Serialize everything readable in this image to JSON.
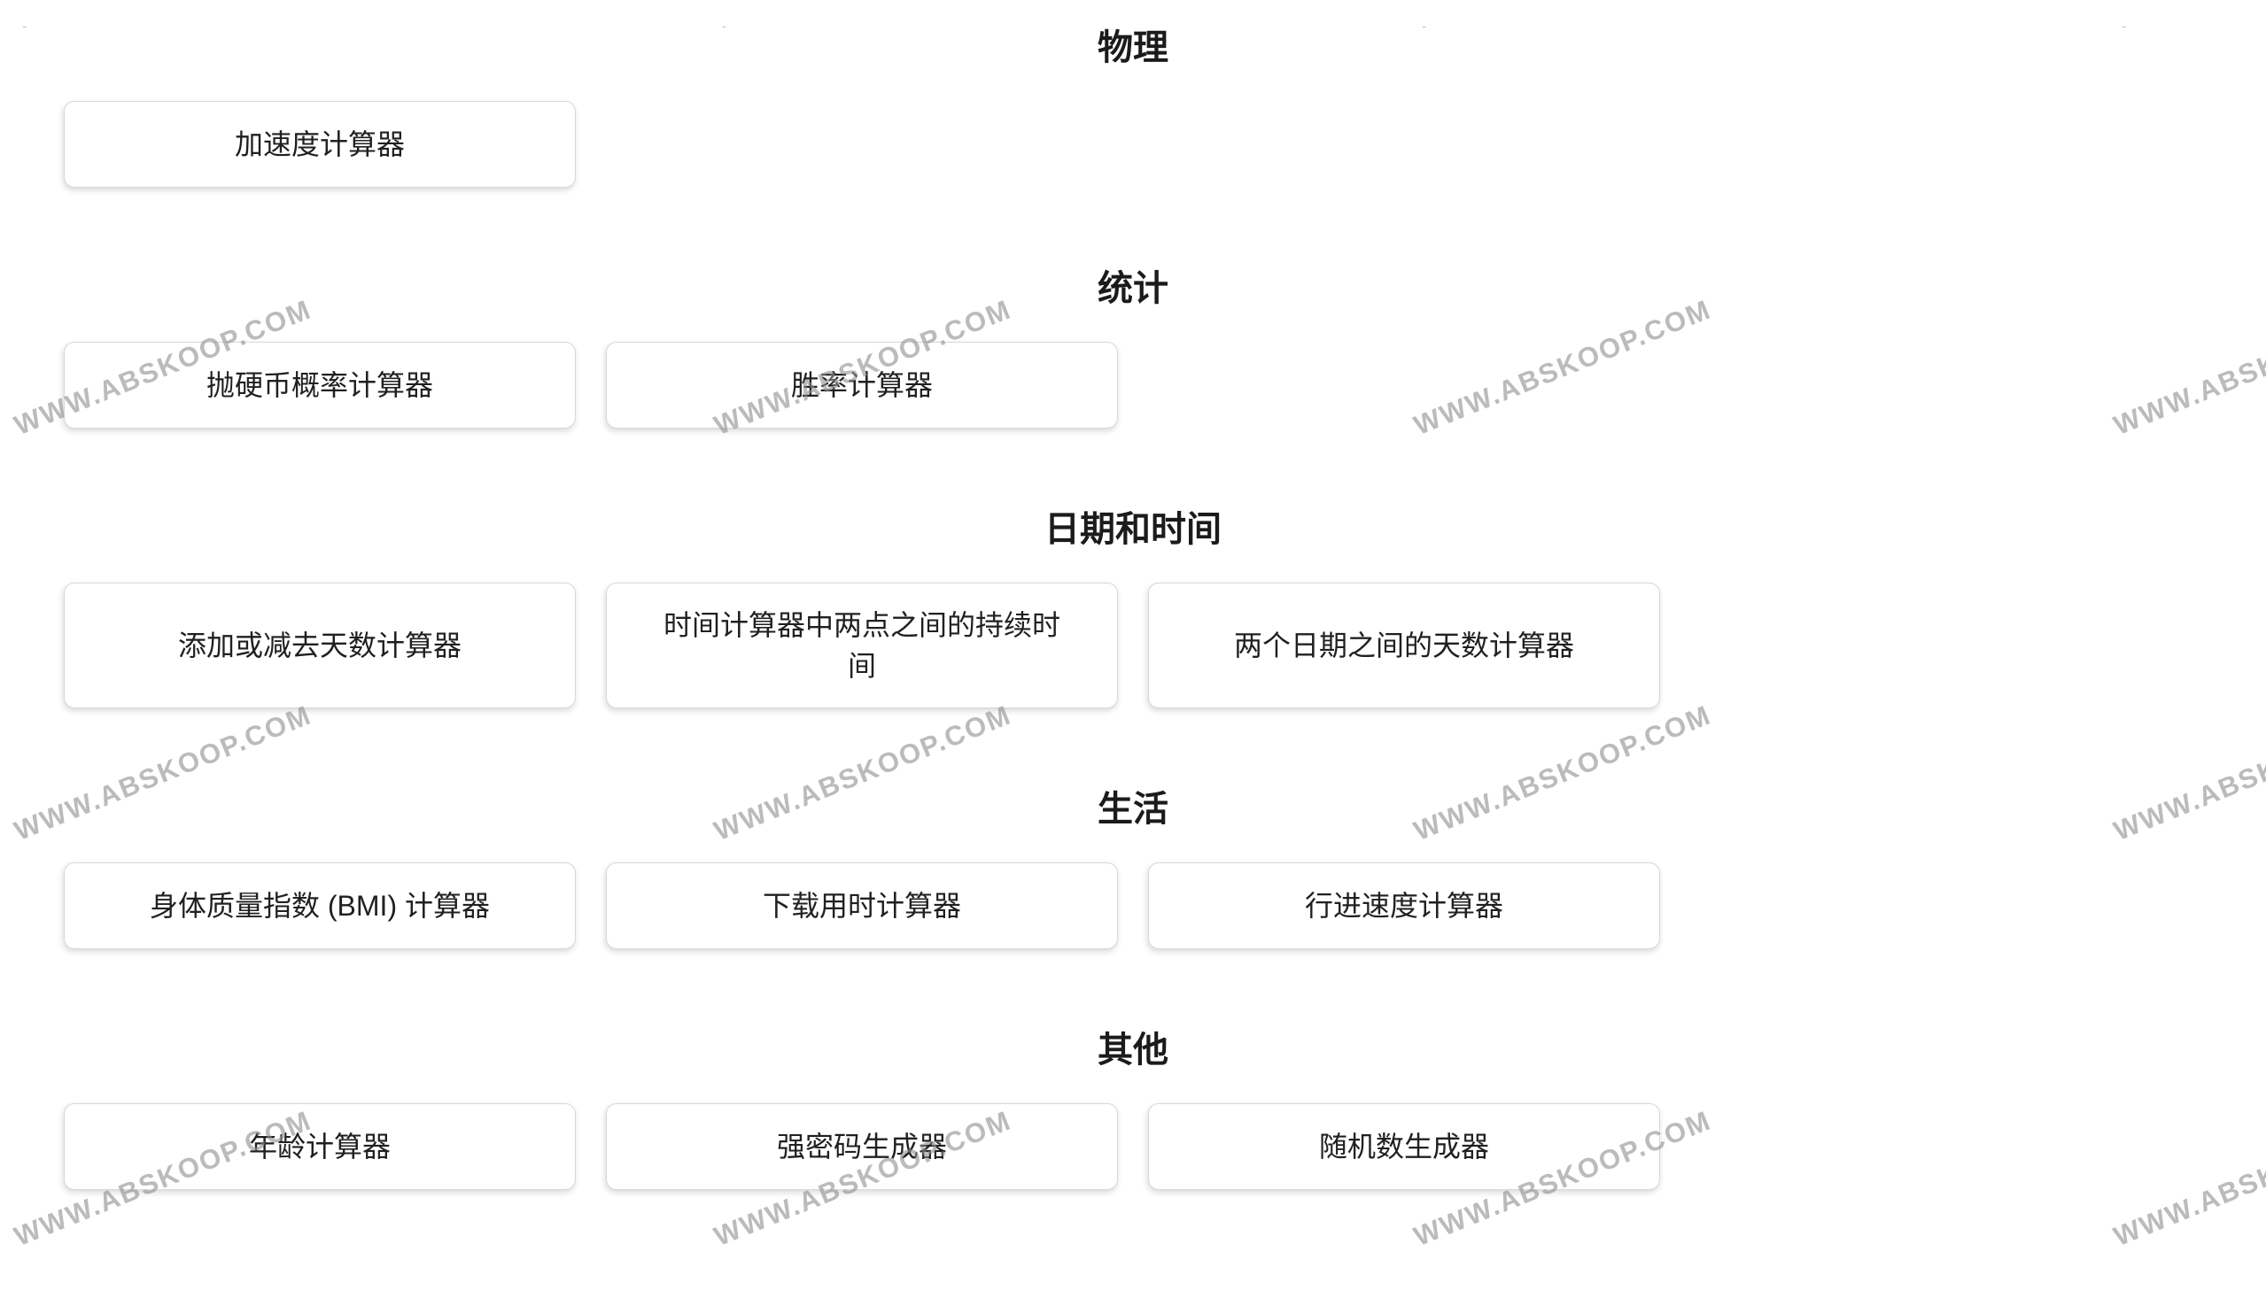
{
  "page": {
    "background": "#ffffff"
  },
  "colors": {
    "heading_text": "#1b1b1b",
    "button_text": "#202020",
    "button_bg": "#ffffff",
    "button_border": "#d8d8d8",
    "watermark": "#8f8f8f"
  },
  "watermark": {
    "text": "WWW.ABSKOOP.COM",
    "angle_deg": -22,
    "font_size": 31,
    "opacity": 0.6,
    "cols_x": [
      25,
      815,
      1605,
      2395
    ],
    "rows_y": [
      12,
      470,
      928,
      1386
    ]
  },
  "sections": [
    {
      "title": "物理",
      "items": [
        "加速度计算器"
      ]
    },
    {
      "title": "统计",
      "items": [
        "抛硬币概率计算器",
        "胜率计算器"
      ]
    },
    {
      "title": "日期和时间",
      "items": [
        "添加或减去天数计算器",
        "时间计算器中两点之间的持续时间",
        "两个日期之间的天数计算器"
      ]
    },
    {
      "title": "生活",
      "items": [
        "身体质量指数 (BMI) 计算器",
        "下载用时计算器",
        "行进速度计算器"
      ]
    },
    {
      "title": "其他",
      "items": [
        "年龄计算器",
        "强密码生成器",
        "随机数生成器"
      ]
    }
  ]
}
